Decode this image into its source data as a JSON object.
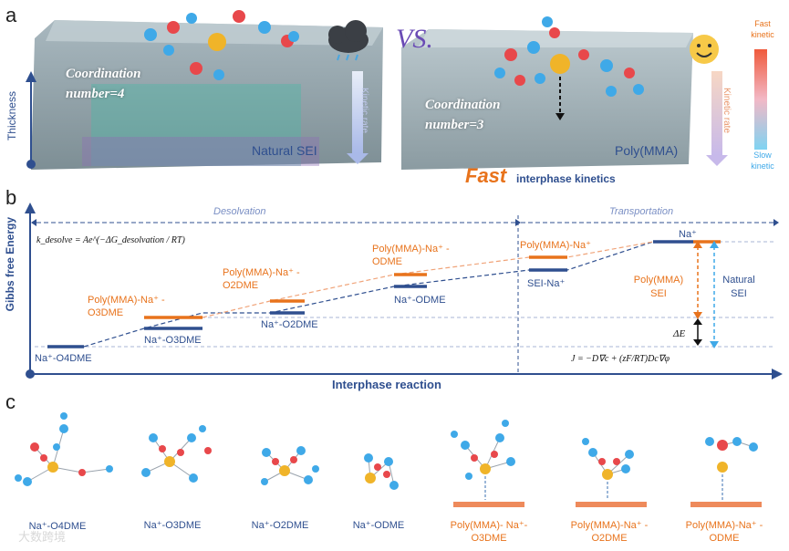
{
  "panel_a": {
    "label": "a",
    "left_coordination": "Coordination number=4",
    "left_sei": "Natural SEI",
    "left_rate": "Kinetic rate",
    "vs": "VS.",
    "right_coordination": "Coordination number=3",
    "right_sei": "Poly(MMA)",
    "right_rate": "Kinetic rate",
    "thickness": "Thickness",
    "fast": "Fast",
    "interphase_kinetics": "interphase kinetics",
    "fast_kinetic": "Fast kinetic",
    "slow_kinetic": "Slow kinetic"
  },
  "panel_b": {
    "label": "b",
    "y_axis": "Gibbs free Energy",
    "x_axis": "Interphase reaction",
    "desolvation": "Desolvation",
    "transportation": "Transportation",
    "k_formula": "k_desolve = Ae^(−ΔG_desolvation / RT)",
    "j_formula": "J = −D∇c + (zF/RT)Dc∇φ",
    "delta_e": "ΔE",
    "levels_navy": [
      "Na⁺-O4DME",
      "Na⁺-O3DME",
      "Na⁺-O2DME",
      "Na⁺-ODME",
      "SEI-Na⁺"
    ],
    "levels_orange": [
      "Poly(MMA)-Na⁺ -O3DME",
      "Poly(MMA)-Na⁺ -O2DME",
      "Poly(MMA)-Na⁺ -ODME",
      "Poly(MMA)-Na⁺"
    ],
    "na_top": "Na⁺",
    "poly_sei": "Poly(MMA) SEI",
    "natural_sei": "Natural SEI"
  },
  "panel_c": {
    "label": "c",
    "molecules": [
      "Na⁺-O4DME",
      "Na⁺-O3DME",
      "Na⁺-O2DME",
      "Na⁺-ODME",
      "Poly(MMA)- Na⁺-O3DME",
      "Poly(MMA)-Na⁺ -O2DME",
      "Poly(MMA)-Na⁺ -ODME"
    ],
    "watermark": "大数跨境"
  },
  "colors": {
    "navy": "#2f4f8f",
    "orange": "#e8731c",
    "purple": "#6a4bb5",
    "gold": "#f0b429",
    "red_atom": "#e8484b",
    "blue_atom": "#3fa9e8"
  }
}
